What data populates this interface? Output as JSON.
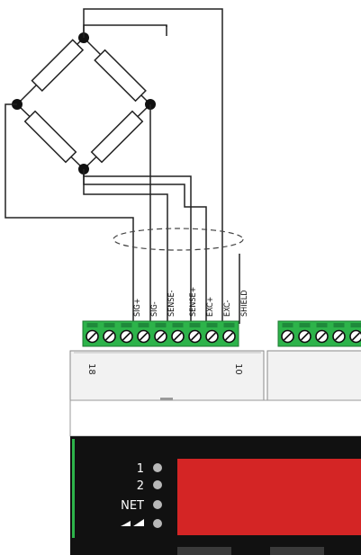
{
  "terminals": {
    "signal_labels": [
      "SIG+",
      "SIG-",
      "SENSE-",
      "SENSE+",
      "EXC+",
      "EXC-",
      "SHIELD"
    ],
    "pin_start": "18",
    "pin_end": "10"
  },
  "display": {
    "leds": [
      {
        "label": "1"
      },
      {
        "label": "2"
      },
      {
        "label": "NET"
      },
      {
        "label": "",
        "icon": "connection-icon"
      }
    ],
    "screen_color": "#d42525",
    "body_color": "#111111"
  },
  "colors": {
    "terminal_green": "#2db34a",
    "wire": "#222222"
  }
}
